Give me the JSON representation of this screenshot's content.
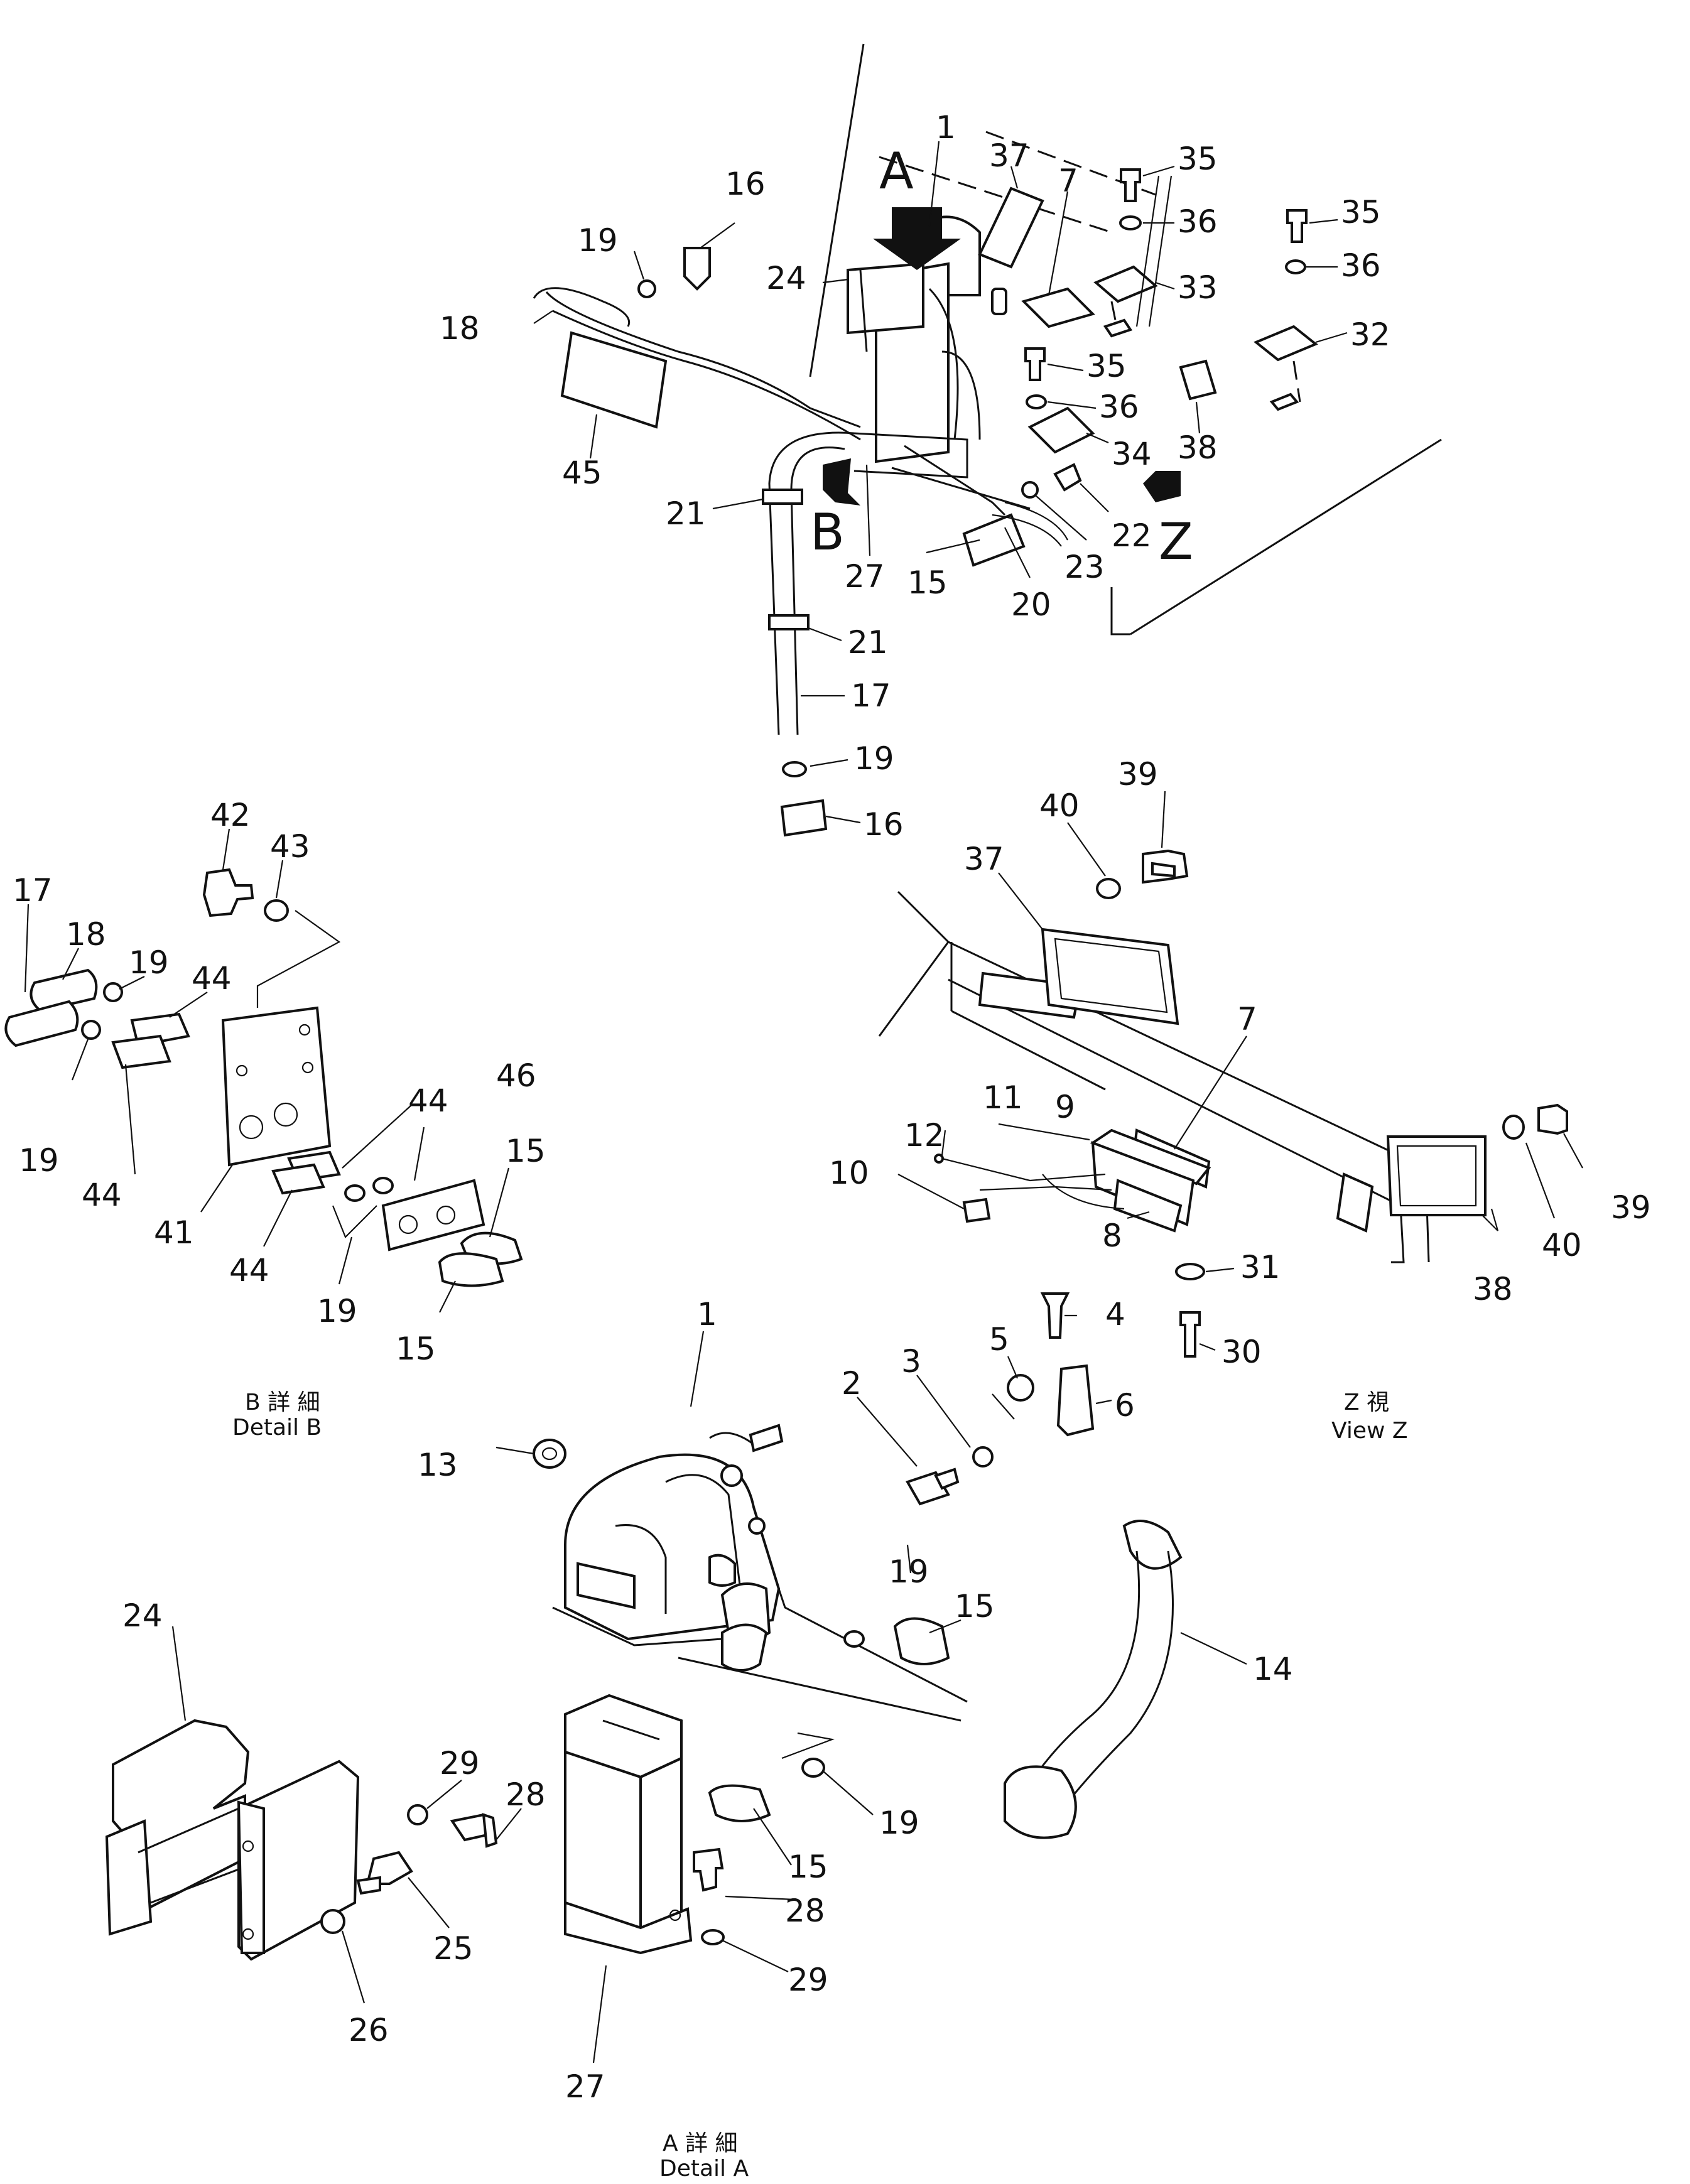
{
  "callouts": {
    "c1": "1",
    "c2": "2",
    "c3": "3",
    "c4": "4",
    "c5": "5",
    "c6": "6",
    "c7": "7",
    "c8": "8",
    "c9": "9",
    "c10": "10",
    "c11": "11",
    "c12": "12",
    "c13": "13",
    "c14": "14",
    "c15": "15",
    "c16": "16",
    "c17": "17",
    "c18": "18",
    "c19": "19",
    "c20": "20",
    "c21": "21",
    "c22": "22",
    "c23": "23",
    "c24": "24",
    "c25": "25",
    "c26": "26",
    "c27": "27",
    "c28": "28",
    "c29": "29",
    "c30": "30",
    "c31": "31",
    "c32": "32",
    "c33": "33",
    "c34": "34",
    "c35": "35",
    "c36": "36",
    "c37": "37",
    "c38": "38",
    "c39": "39",
    "c40": "40",
    "c41": "41",
    "c42": "42",
    "c43": "43",
    "c44": "44",
    "c45": "45",
    "c46": "46"
  },
  "view_markers": {
    "a": "A",
    "b": "B",
    "z": "Z"
  },
  "captions": {
    "detail_b_jp": "B 詳 細",
    "detail_b_en": "Detail B",
    "view_z_jp": "Z  視",
    "view_z_en": "View Z",
    "detail_a_jp": "A 詳 細",
    "detail_a_en": "Detail A"
  }
}
